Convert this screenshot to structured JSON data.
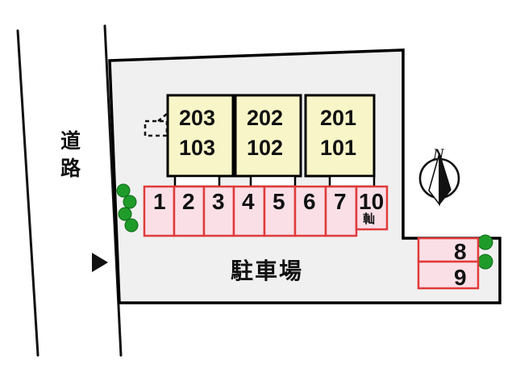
{
  "diagram": {
    "title": "駐車場",
    "road_label": "道路",
    "compass_label": "N",
    "colors": {
      "lot_fill": "#f0f0f0",
      "lot_stroke": "#000000",
      "building_fill": "#f8f6c8",
      "building_stroke": "#000000",
      "stall_fill": "#fadfe7",
      "stall_stroke": "#e03a3a",
      "shrub": "#1f9b2a",
      "text": "#111111"
    }
  },
  "building": {
    "units": [
      {
        "upper": "203",
        "lower": "103"
      },
      {
        "upper": "202",
        "lower": "102"
      },
      {
        "upper": "201",
        "lower": "101"
      }
    ]
  },
  "parking": {
    "lot_label": "駐車場",
    "main_row": [
      {
        "number": "1"
      },
      {
        "number": "2"
      },
      {
        "number": "3"
      },
      {
        "number": "4"
      },
      {
        "number": "5"
      },
      {
        "number": "6"
      },
      {
        "number": "7"
      }
    ],
    "kei_stall": {
      "number": "10",
      "note": "軕"
    },
    "right_block": [
      {
        "number": "8"
      },
      {
        "number": "9"
      }
    ]
  },
  "markers": {
    "entrance_arrow": "entrance-arrow",
    "dashed_callout": "dashed-callout",
    "shrub_count_left": 4,
    "shrub_count_right": 2
  }
}
